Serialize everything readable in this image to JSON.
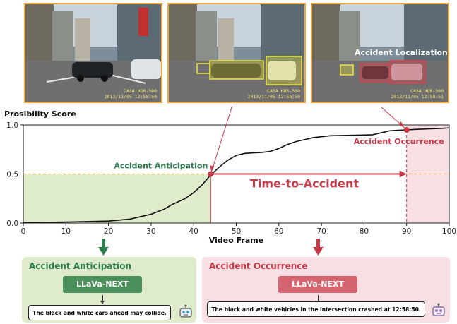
{
  "frames": [
    {
      "camera": "CASA HDR-500",
      "timestamp": "2013/11/05 12:58:50"
    },
    {
      "camera": "CASA HDR-500",
      "timestamp": "2013/11/05 12:58:50"
    },
    {
      "camera": "CASA HDR-500",
      "timestamp": "2013/11/05 12:58:51",
      "overlay_label": "Accident Localization"
    }
  ],
  "colors": {
    "frame_border": "#f2a93b",
    "anticipation": "#2e7d4f",
    "occurrence": "#c43a48",
    "anticipation_fill": "#dfeccb",
    "occurrence_fill": "#f7dfe3",
    "box_yellow": "#e8e33a",
    "box_red": "#d8404d"
  },
  "chart_data": {
    "type": "line",
    "ylabel": "Prosibility Score",
    "xlabel": "Video Frame",
    "xlim": [
      0,
      100
    ],
    "ylim": [
      0.0,
      1.0
    ],
    "xticks": [
      "0",
      "10",
      "20",
      "30",
      "40",
      "50",
      "60",
      "70",
      "80",
      "90",
      "100"
    ],
    "yticks": [
      "0.0",
      "0.5",
      "1.0"
    ],
    "series": [
      {
        "x": [
          0,
          5,
          10,
          15,
          20,
          25,
          30,
          33,
          35,
          38,
          40,
          42,
          44,
          46,
          48,
          50,
          52,
          54,
          56,
          58,
          60,
          62,
          64,
          66,
          68,
          70,
          72,
          75,
          78,
          80,
          82,
          84,
          86,
          88,
          90,
          92,
          95,
          98,
          100
        ],
        "y": [
          0.005,
          0.008,
          0.01,
          0.015,
          0.02,
          0.04,
          0.09,
          0.14,
          0.19,
          0.25,
          0.31,
          0.39,
          0.49,
          0.57,
          0.64,
          0.69,
          0.71,
          0.715,
          0.72,
          0.73,
          0.76,
          0.8,
          0.83,
          0.85,
          0.87,
          0.88,
          0.89,
          0.893,
          0.895,
          0.897,
          0.9,
          0.92,
          0.94,
          0.945,
          0.95,
          0.955,
          0.96,
          0.965,
          0.97
        ]
      }
    ],
    "anticipation": {
      "frame": 44,
      "score": 0.5,
      "label": "Accident Anticipation"
    },
    "occurrence": {
      "frame": 90,
      "score": 0.95,
      "label": "Accident Occurrence"
    },
    "interval_label": "Time-to-Accident"
  },
  "panels": {
    "anticipation": {
      "title": "Accident Anticipation",
      "model": "LLaVa-NEXT",
      "caption": "The black and white cars ahead may collide."
    },
    "occurrence": {
      "title": "Accident Occurrence",
      "model": "LLaVa-NEXT",
      "caption": "The black and white vehicles in the intersection crashed at 12:58:50."
    }
  }
}
